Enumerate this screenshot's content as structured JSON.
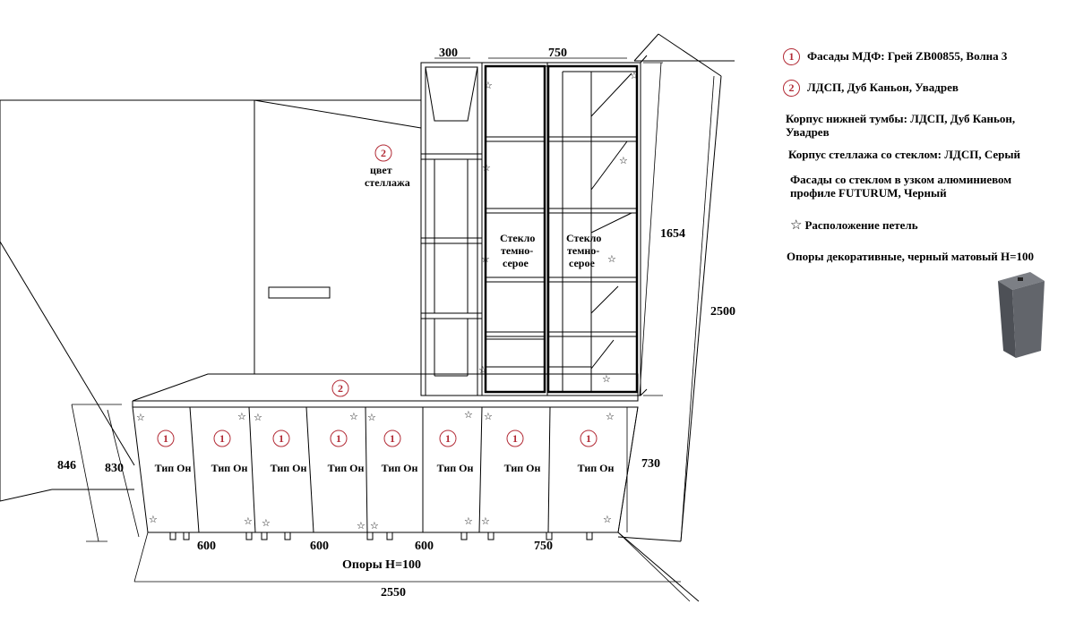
{
  "dimensions": {
    "w300": "300",
    "w750_top": "750",
    "h1654": "1654",
    "h2500": "2500",
    "h846": "846",
    "h830": "830",
    "h730": "730",
    "w600_a": "600",
    "w600_b": "600",
    "w600_c": "600",
    "w750_bottom": "750",
    "w2550": "2550"
  },
  "labels": {
    "shelf_color_marker": "2",
    "shelf_color_line1": "цвет",
    "shelf_color_line2": "стеллажа",
    "top_marker": "2",
    "glass_left": [
      "Стекло",
      "темно-",
      "серое"
    ],
    "glass_right": [
      "Стекло",
      "темно-",
      "серое"
    ],
    "supports": "Опоры Н=100",
    "facade_marker": "1",
    "facade_type": "Тип Он"
  },
  "star_glyph": "☆",
  "legend": {
    "item1_marker": "1",
    "item1_text": "Фасады МДФ: Грей ZB00855, Волна 3",
    "item2_marker": "2",
    "item2_text": "ЛДСП, Дуб Каньон, Увадрев",
    "lower_body_line1": "Корпус нижней тумбы: ЛДСП, Дуб Каньон,",
    "lower_body_line2": "Увадрев",
    "shelf_body": "Корпус стеллажа со стеклом: ЛДСП, Серый",
    "glass_facades_line1": "Фасады со стеклом в узком алюминиевом",
    "glass_facades_line2": "профиле FUTURUM, Черный",
    "hinge_symbol": "☆",
    "hinge_text": "Расположение петель",
    "supports_text": "Опоры декоративные, черный матовый Н=100"
  },
  "icons": {
    "support_leg": "support-leg-icon"
  }
}
